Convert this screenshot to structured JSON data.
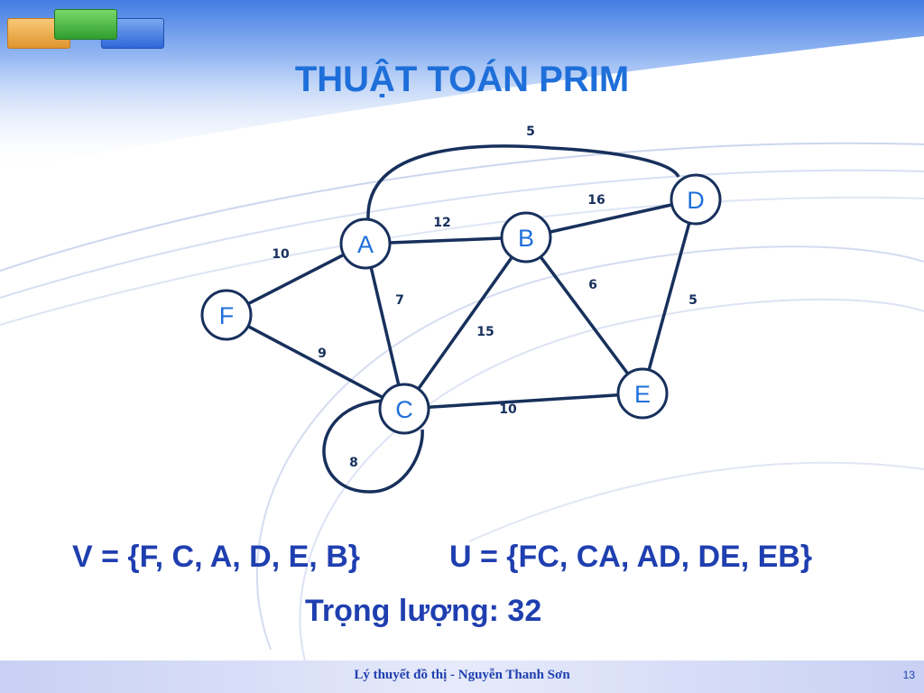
{
  "slide": {
    "title": "THUẬT TOÁN PRIM",
    "result_v": "V = {F, C, A, D, E, B}",
    "result_u": "U = {FC, CA, AD, DE, EB}",
    "weight_line": "Trọng lượng: 32",
    "footer": "Lý thuyết đồ thị - Nguyễn Thanh Sơn",
    "page_number": "13"
  },
  "graph": {
    "nodes": [
      "A",
      "B",
      "C",
      "D",
      "E",
      "F"
    ],
    "edges": [
      {
        "from": "A",
        "to": "D",
        "weight": "5"
      },
      {
        "from": "B",
        "to": "D",
        "weight": "16"
      },
      {
        "from": "A",
        "to": "B",
        "weight": "12"
      },
      {
        "from": "F",
        "to": "A",
        "weight": "10"
      },
      {
        "from": "A",
        "to": "C",
        "weight": "7"
      },
      {
        "from": "B",
        "to": "E",
        "weight": "6"
      },
      {
        "from": "D",
        "to": "E",
        "weight": "5"
      },
      {
        "from": "B",
        "to": "C",
        "weight": "15"
      },
      {
        "from": "F",
        "to": "C",
        "weight": "9"
      },
      {
        "from": "C",
        "to": "E",
        "weight": "10"
      },
      {
        "from": "C",
        "to": "C",
        "weight": "8"
      }
    ]
  }
}
